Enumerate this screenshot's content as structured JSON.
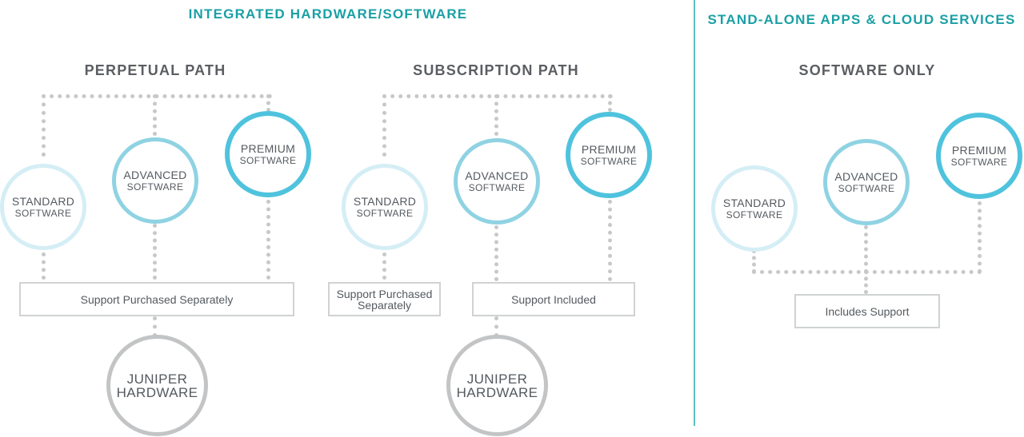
{
  "sections": {
    "integrated_title": "INTEGRATED HARDWARE/SOFTWARE",
    "standalone_title": "STAND-ALONE APPS & CLOUD SERVICES"
  },
  "perpetual": {
    "title": "PERPETUAL PATH",
    "standard": {
      "line1": "STANDARD",
      "line2": "SOFTWARE"
    },
    "advanced": {
      "line1": "ADVANCED",
      "line2": "SOFTWARE"
    },
    "premium": {
      "line1": "PREMIUM",
      "line2": "SOFTWARE"
    },
    "support_box": "Support Purchased Separately",
    "hardware": {
      "line1": "JUNIPER",
      "line2": "HARDWARE"
    }
  },
  "subscription": {
    "title": "SUBSCRIPTION PATH",
    "standard": {
      "line1": "STANDARD",
      "line2": "SOFTWARE"
    },
    "advanced": {
      "line1": "ADVANCED",
      "line2": "SOFTWARE"
    },
    "premium": {
      "line1": "PREMIUM",
      "line2": "SOFTWARE"
    },
    "support_separate_line1": "Support Purchased",
    "support_separate_line2": "Separately",
    "support_included": "Support Included",
    "hardware": {
      "line1": "JUNIPER",
      "line2": "HARDWARE"
    }
  },
  "software_only": {
    "title": "SOFTWARE ONLY",
    "standard": {
      "line1": "STANDARD",
      "line2": "SOFTWARE"
    },
    "advanced": {
      "line1": "ADVANCED",
      "line2": "SOFTWARE"
    },
    "premium": {
      "line1": "PREMIUM",
      "line2": "SOFTWARE"
    },
    "support_box": "Includes Support"
  },
  "colors": {
    "section_title": "#1aa0a5",
    "path_title": "#5b5e62",
    "standard_ring": "#d5eef5",
    "advanced_ring": "#8fd3e3",
    "premium_ring": "#4fc3dd",
    "hardware_ring": "#c2c4c5",
    "connector": "#c6c8c9",
    "divider": "#5ebfc0"
  }
}
